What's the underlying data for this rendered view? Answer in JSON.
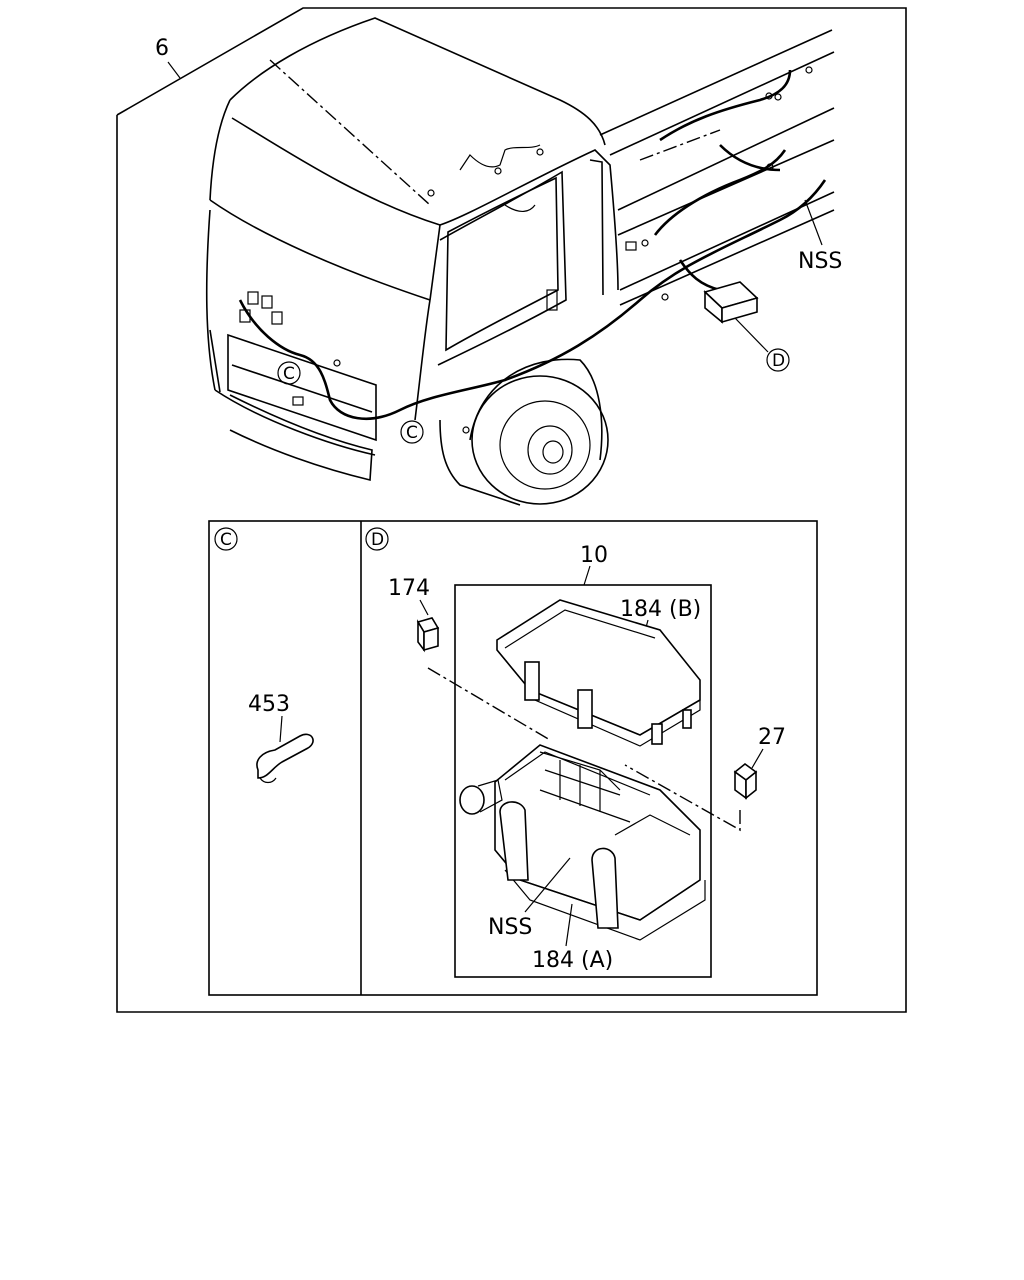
{
  "labels": {
    "assembly": "6",
    "nss_main": "NSS",
    "callout_c_top": "C",
    "callout_c_right": "C",
    "callout_d": "D",
    "detail_c_tag": "C",
    "detail_d_tag": "D",
    "fuse_box_assy": "10",
    "relay": "174",
    "cover": "184 (B)",
    "fuse": "27",
    "nss_detail": "NSS",
    "base": "184 (A)",
    "clip": "453"
  }
}
